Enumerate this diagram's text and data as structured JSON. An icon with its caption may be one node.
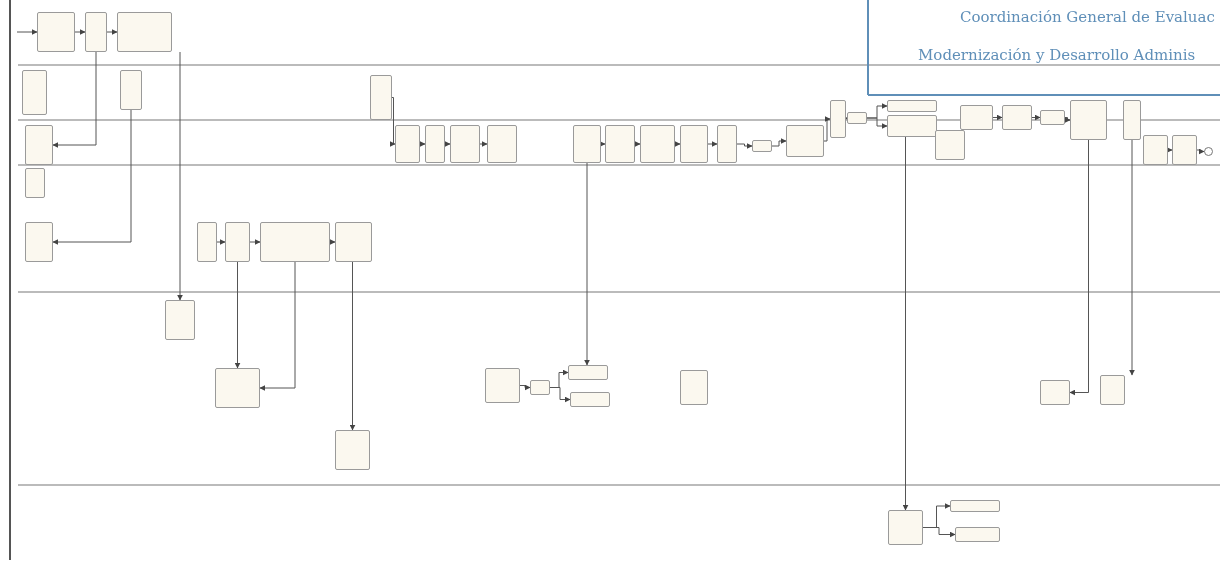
{
  "diagram": {
    "nodes": [
      {
        "text": [],
        "shape": "box"
      },
      {
        "text": [],
        "shape": "box"
      },
      {
        "text": [],
        "shape": "box"
      },
      {
        "text": [],
        "shape": "box"
      },
      {
        "text": [],
        "shape": "box"
      },
      {
        "text": [],
        "shape": "box"
      },
      {
        "text": [],
        "shape": "box"
      },
      {
        "text": [],
        "shape": "box"
      },
      {
        "text": [],
        "shape": "box"
      },
      {
        "text": [],
        "shape": "box"
      },
      {
        "text": [],
        "shape": "box"
      },
      {
        "text": [],
        "shape": "box"
      },
      {
        "text": [],
        "shape": "box"
      },
      {
        "text": [],
        "shape": "box"
      },
      {
        "text": [],
        "shape": "box"
      },
      {
        "text": [],
        "shape": "box"
      },
      {
        "text": [],
        "shape": "box"
      },
      {
        "text": [],
        "shape": "box"
      },
      {
        "text": [],
        "shape": "box"
      },
      {
        "text": [],
        "shape": "box"
      },
      {
        "text": [],
        "shape": "box"
      },
      {
        "text": [],
        "shape": "box"
      },
      {
        "text": [],
        "shape": "box"
      },
      {
        "text": [],
        "shape": "box"
      },
      {
        "text": [],
        "shape": "box"
      },
      {
        "text": [],
        "shape": "box"
      },
      {
        "text": [],
        "shape": "box"
      },
      {
        "text": [],
        "shape": "box"
      },
      {
        "text": [],
        "shape": "box"
      },
      {
        "text": [],
        "shape": "box"
      },
      {
        "text": [],
        "shape": "box"
      },
      {
        "text": [],
        "shape": "box"
      },
      {
        "text": [],
        "shape": "box"
      },
      {
        "text": [],
        "shape": "box"
      },
      {
        "text": [],
        "shape": "box"
      },
      {
        "text": [],
        "shape": "box"
      },
      {
        "text": [],
        "shape": "circle"
      },
      {
        "text": [],
        "shape": "box"
      },
      {
        "text": [],
        "shape": "box"
      },
      {
        "text": [],
        "shape": "box"
      },
      {
        "text": [],
        "shape": "box"
      },
      {
        "text": [],
        "shape": "box"
      },
      {
        "text": [],
        "shape": "box"
      },
      {
        "text": [],
        "shape": "box"
      },
      {
        "text": [],
        "shape": "box"
      },
      {
        "text": [],
        "shape": "box"
      },
      {
        "text": [],
        "shape": "box"
      },
      {
        "text": [],
        "shape": "box"
      },
      {
        "text": [],
        "shape": "box"
      },
      {
        "text": [],
        "shape": "box"
      }
    ],
    "edges": [
      {
        "from": null,
        "to": 0,
        "arrow": "to"
      },
      {
        "from": 0,
        "to": 1,
        "arrow": "to"
      },
      {
        "from": 1,
        "to": 2,
        "arrow": "to"
      },
      {
        "from": 1,
        "to": 7,
        "arrow": "to"
      },
      {
        "from": 4,
        "to": 28,
        "arrow": "to"
      },
      {
        "from": 2,
        "to": 37,
        "arrow": "to"
      },
      {
        "from": 5,
        "to": 8,
        "arrow": "to"
      },
      {
        "from": 8,
        "to": 9,
        "arrow": "to"
      },
      {
        "from": 9,
        "to": 10,
        "arrow": "to"
      },
      {
        "from": 10,
        "to": 11,
        "arrow": "to"
      },
      {
        "from": 12,
        "to": 13,
        "arrow": "to"
      },
      {
        "from": 13,
        "to": 14,
        "arrow": "to"
      },
      {
        "from": 14,
        "to": 15,
        "arrow": "to"
      },
      {
        "from": 15,
        "to": 16,
        "arrow": "to"
      },
      {
        "from": 16,
        "to": 17,
        "arrow": "to"
      },
      {
        "from": 17,
        "to": 18,
        "arrow": "to"
      },
      {
        "from": 18,
        "to": 6,
        "arrow": "to"
      },
      {
        "from": 6,
        "to": 19,
        "arrow": "to"
      },
      {
        "from": 19,
        "to": 20,
        "arrow": "to"
      },
      {
        "from": 19,
        "to": 21,
        "arrow": "to"
      },
      {
        "from": 22,
        "to": 23,
        "arrow": "to"
      },
      {
        "from": 23,
        "to": 24,
        "arrow": "to"
      },
      {
        "from": 24,
        "to": 25,
        "arrow": "to"
      },
      {
        "from": 29,
        "to": 30,
        "arrow": "to"
      },
      {
        "from": 30,
        "to": 31,
        "arrow": "to"
      },
      {
        "from": 31,
        "to": 32,
        "arrow": "to"
      },
      {
        "from": 30,
        "to": 38,
        "arrow": "to"
      },
      {
        "from": 31,
        "to": 38,
        "arrow": "to"
      },
      {
        "from": 32,
        "to": 39,
        "arrow": "to"
      },
      {
        "from": 12,
        "to": 42,
        "arrow": "to"
      },
      {
        "from": 40,
        "to": 41,
        "arrow": "to"
      },
      {
        "from": 41,
        "to": 42,
        "arrow": "to"
      },
      {
        "from": 41,
        "to": 43,
        "arrow": "to"
      },
      {
        "from": 21,
        "to": 47,
        "arrow": "to"
      },
      {
        "from": 25,
        "to": 45,
        "arrow": "to"
      },
      {
        "from": 26,
        "to": 46,
        "arrow": "to"
      },
      {
        "from": 47,
        "to": 48,
        "arrow": "to"
      },
      {
        "from": 47,
        "to": 49,
        "arrow": "to"
      },
      {
        "from": 34,
        "to": 35,
        "arrow": "to"
      },
      {
        "from": 35,
        "to": 36,
        "arrow": "to"
      }
    ],
    "labels": [
      "Coordinación General de Evaluac",
      "Modernización y Desarrollo Adminis"
    ]
  }
}
